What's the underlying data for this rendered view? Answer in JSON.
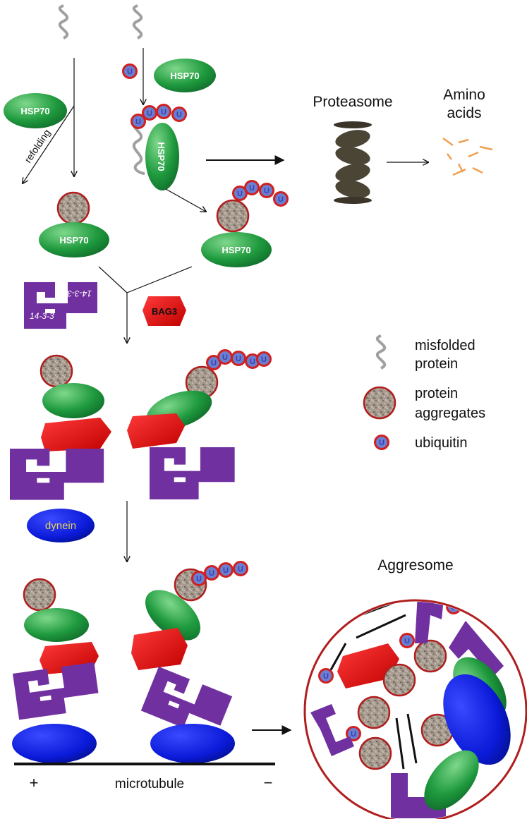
{
  "labels": {
    "hsp70": "HSP70",
    "refolding": "refolding",
    "proteasome": "Proteasome",
    "amino_line1": "Amino",
    "amino_line2": "acids",
    "bag3": "BAG3",
    "adapter_1433": "14-3-3",
    "dynein": "dynein",
    "ubiquitin_symbol": "U",
    "aggresome": "Aggresome",
    "microtubule": "microtubule",
    "plus_end": "+",
    "minus_end": "−"
  },
  "legend": [
    {
      "icon": "misfolded-protein",
      "line1": "misfolded",
      "line2": "protein"
    },
    {
      "icon": "protein-aggregate",
      "line1": "protein",
      "line2": "aggregates"
    },
    {
      "icon": "ubiquitin",
      "line1": "ubiquitin",
      "line2": ""
    }
  ],
  "colors": {
    "hsp70": "#1f9a3e",
    "bag3": "#e30d0d",
    "adapter_1433": "#7030a0",
    "dynein": "#0a1ad8",
    "proteasome": "#4a4535",
    "amino_acids": "#f0a050",
    "ubiquitin_outline": "#d02020",
    "ubiquitin_fill": "#6a7fd0",
    "aggregate_outline": "#b01e1e",
    "aggregate_fill": "#a89c90",
    "dynein_label": "#e8d060"
  }
}
